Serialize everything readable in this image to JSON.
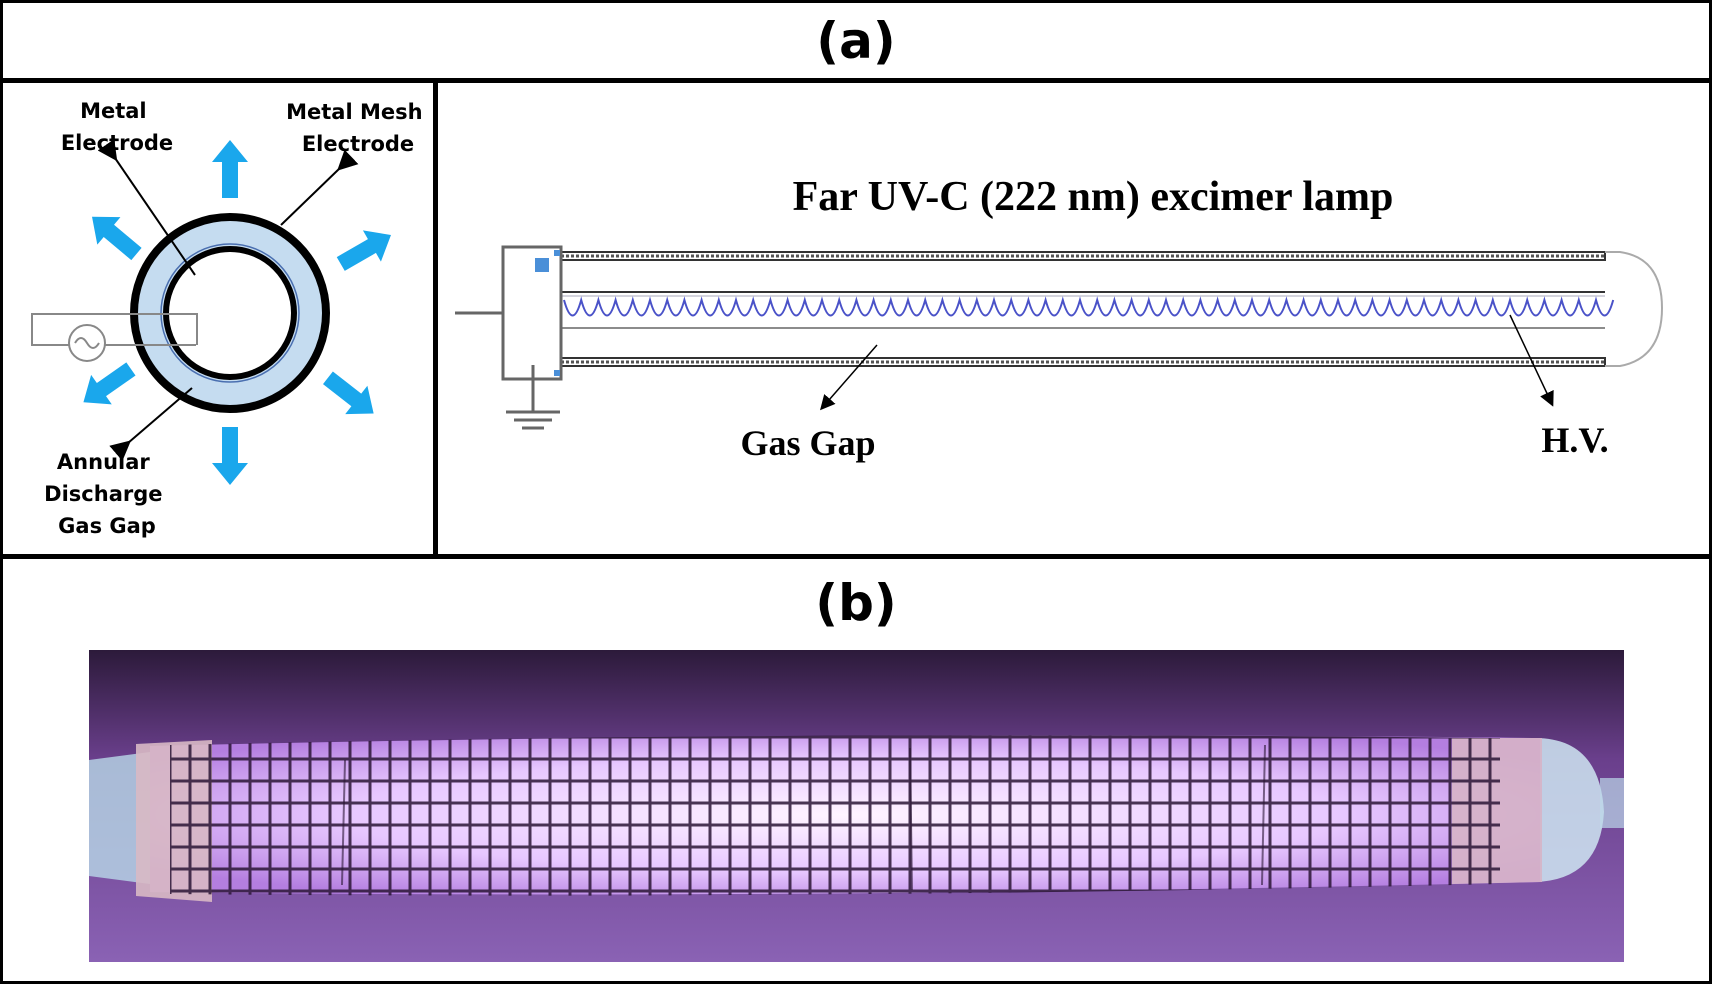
{
  "panels": {
    "a": {
      "label": "(a)"
    },
    "b": {
      "label": "(b)"
    }
  },
  "cross_section": {
    "metal_electrode": [
      "Metal",
      "Electrode"
    ],
    "metal_mesh_electrode": [
      "Metal Mesh",
      "Electrode"
    ],
    "annular_gap": [
      "Annular",
      "Discharge",
      "Gas Gap"
    ]
  },
  "lamp_diagram": {
    "title": "Far UV-C (222 nm) excimer lamp",
    "gas_gap": "Gas Gap",
    "hv": "H.V."
  },
  "colors": {
    "arrow": "#1aa7ec",
    "gap_fill": "#c5dcf0",
    "coil": "#4a52c8",
    "glow": "#e6c8ff",
    "background_purple": "#7a4f9f"
  }
}
